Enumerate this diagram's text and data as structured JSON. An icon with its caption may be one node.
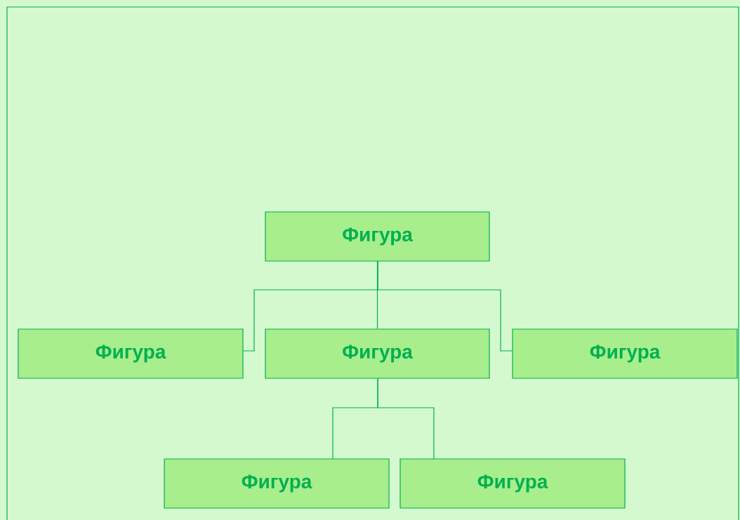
{
  "diagram": {
    "nodes": [
      {
        "text": [
          "Фигура"
        ]
      },
      {
        "text": [
          "Фигура"
        ]
      },
      {
        "text": [
          "Фигура"
        ]
      },
      {
        "text": [
          "Фигура"
        ]
      },
      {
        "text": [
          "Фигура"
        ]
      },
      {
        "text": [
          "Фигура"
        ]
      }
    ],
    "edges": [
      {
        "from": 0,
        "to": 1,
        "arrow": "none"
      },
      {
        "from": 0,
        "to": 2,
        "arrow": "none"
      },
      {
        "from": 0,
        "to": 3,
        "arrow": "none"
      },
      {
        "from": 2,
        "to": 4,
        "arrow": "none"
      },
      {
        "from": 2,
        "to": 5,
        "arrow": "none"
      }
    ]
  }
}
